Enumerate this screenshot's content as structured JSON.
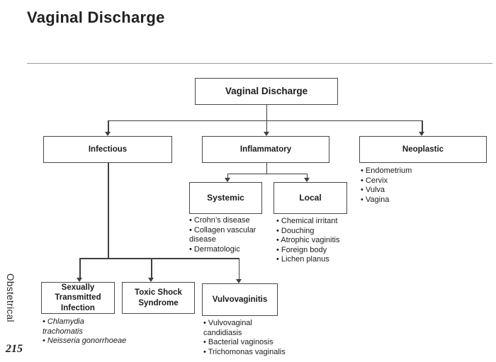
{
  "page": {
    "title": "Vaginal Discharge",
    "sidebar_label": "Obstetrical",
    "page_number": "215"
  },
  "colors": {
    "line": "#3f3f3f",
    "box_border": "#494949",
    "text": "#1b1b1b",
    "title": "#231f20",
    "rule": "#9b9b9b"
  },
  "diagram": {
    "root": {
      "label": "Vaginal Discharge"
    },
    "nodes": {
      "infectious": {
        "label": "Infectious"
      },
      "inflammatory": {
        "label": "Inflammatory"
      },
      "neoplastic": {
        "label": "Neoplastic"
      },
      "systemic": {
        "label": "Systemic"
      },
      "local": {
        "label": "Local"
      },
      "sti": {
        "label": "Sexually Transmitted Infection"
      },
      "toxic_shock": {
        "label": "Toxic Shock Syndrome"
      },
      "vulvovaginitis": {
        "label": "Vulvovaginitis"
      }
    },
    "lists": {
      "neoplastic": [
        "• Endometrium",
        "• Cervix",
        "• Vulva",
        "• Vagina"
      ],
      "systemic": [
        "• Crohn’s disease",
        "• Collagen vascular",
        "disease",
        "• Dermatologic"
      ],
      "local": [
        "• Chemical irritant",
        "• Douching",
        "• Atrophic vaginitis",
        "• Foreign body",
        "• Lichen planus"
      ],
      "sti": [
        "• Chlamydia",
        "trachomatis",
        "• Neisseria gonorrhoeae"
      ],
      "vulvovaginitis": [
        "• Vulvovaginal",
        "candidiasis",
        "• Bacterial vaginosis",
        "• Trichomonas vaginalis"
      ]
    }
  }
}
